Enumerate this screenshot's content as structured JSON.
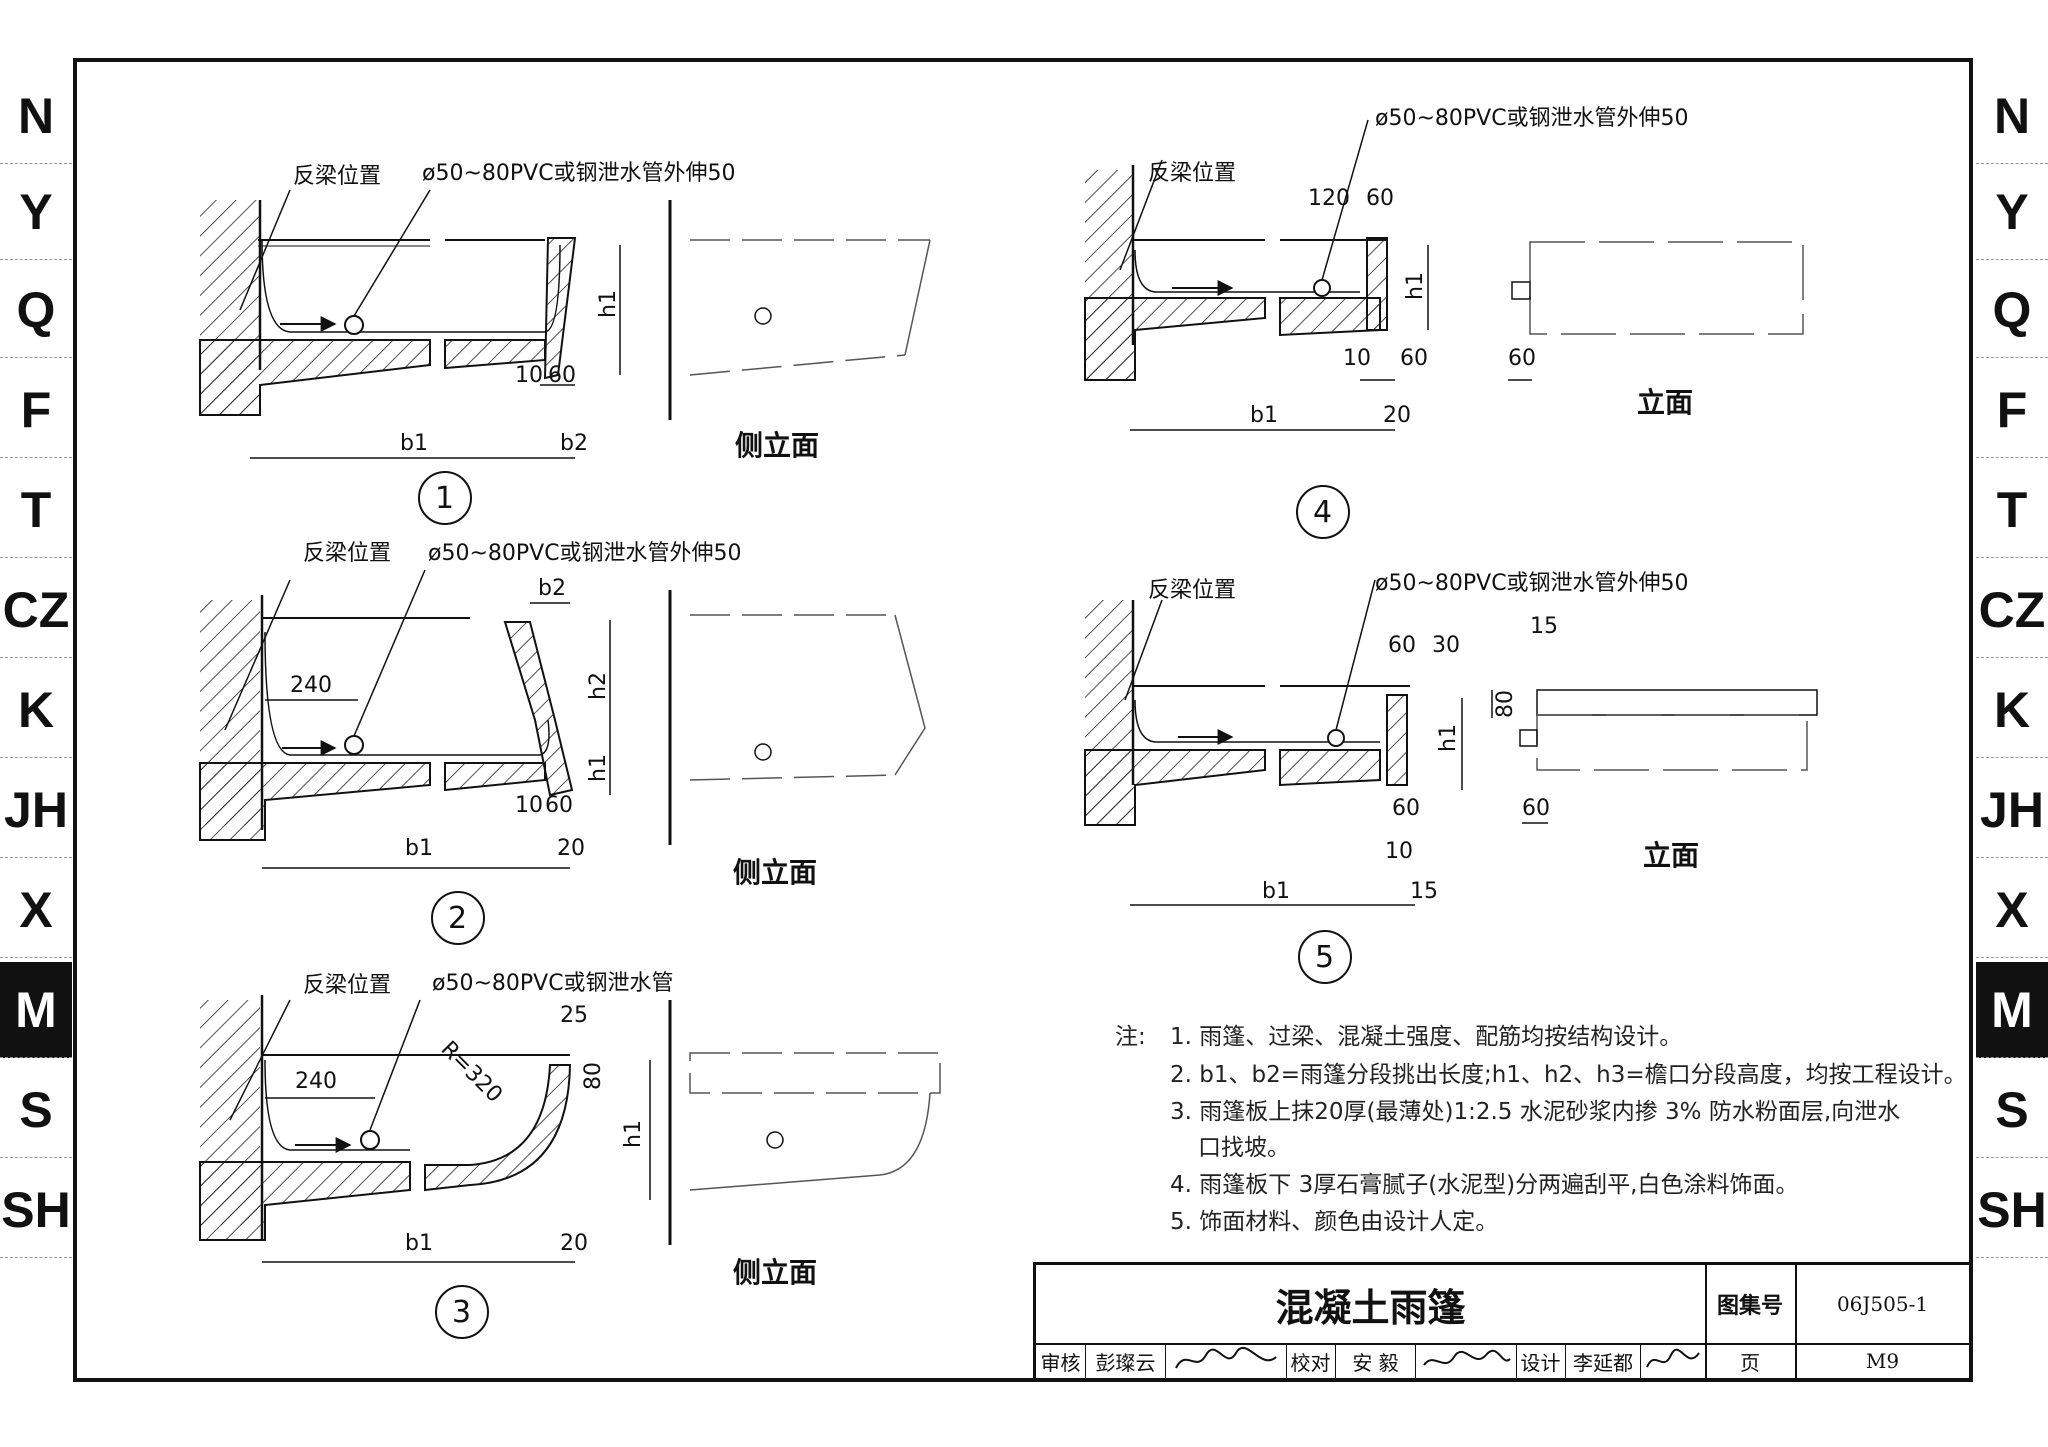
{
  "tabs": [
    "N",
    "Y",
    "Q",
    "F",
    "T",
    "CZ",
    "K",
    "JH",
    "X",
    "M",
    "S",
    "SH"
  ],
  "active_tab": "M",
  "labels": {
    "beam_position": "反梁位置",
    "pipe_note_full": "ø50~80PVC或钢泄水管外伸50",
    "pipe_note_short": "ø50~80PVC或钢泄水管",
    "side_elevation": "侧立面",
    "elevation": "立面"
  },
  "dims": {
    "h1": "h1",
    "h2": "h2",
    "b1": "b1",
    "b2": "b2",
    "d10": "10",
    "d60": "60",
    "d20": "20",
    "d240": "240",
    "d120": "120",
    "d25": "25",
    "d80": "80",
    "d30": "30",
    "d15": "15",
    "r320": "R=320"
  },
  "detail_numbers": [
    "1",
    "2",
    "3",
    "4",
    "5"
  ],
  "notes": {
    "prefix": "注:",
    "items": [
      "1. 雨篷、过梁、混凝土强度、配筋均按结构设计。",
      "2. b1、b2=雨篷分段挑出长度;h1、h2、h3=檐口分段高度，均按工程设计。",
      "3. 雨篷板上抹20厚(最薄处)1:2.5 水泥砂浆内掺 3% 防水粉面层,向泄水",
      "口找坡。",
      "4. 雨篷板下 3厚石膏腻子(水泥型)分两遍刮平,白色涂料饰面。",
      "5. 饰面材料、颜色由设计人定。"
    ]
  },
  "title_block": {
    "title": "混凝土雨篷",
    "atlas_label": "图集号",
    "atlas_no": "06J505-1",
    "page_label": "页",
    "page_no": "M9",
    "review_label": "审核",
    "reviewer": "彭璨云",
    "check_label": "校对",
    "checker": "安 毅",
    "design_label": "设计",
    "designer": "李延都"
  }
}
